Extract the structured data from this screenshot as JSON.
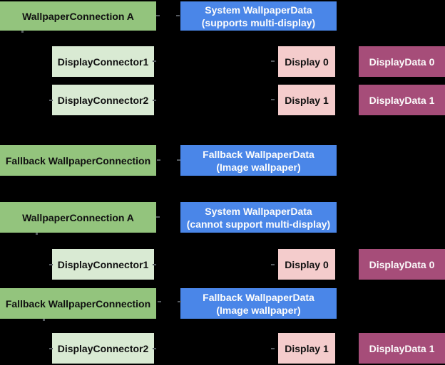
{
  "palette": {
    "green": "#93C47D",
    "light_green": "#D9EAD3",
    "blue": "#4A86E8",
    "pink": "#F4CCCC",
    "magenta": "#A64D79",
    "connector": "#565B60",
    "background": "#000000",
    "text_dark": "#101010",
    "text_light": "#FCFCFC"
  },
  "boxes": {
    "conn_a_1": {
      "label": "WallpaperConnection A"
    },
    "sys_data_multi": {
      "line1": "System WallpaperData",
      "line2": "(supports multi-display)"
    },
    "dc1_top": {
      "label": "DisplayConnector1"
    },
    "display0_top": {
      "label": "Display 0"
    },
    "displaydata0_top": {
      "label": "DisplayData 0"
    },
    "dc2_top": {
      "label": "DisplayConnector2"
    },
    "display1_top": {
      "label": "Display 1"
    },
    "displaydata1_top": {
      "label": "DisplayData 1"
    },
    "fb_conn_1": {
      "label": "Fallback WallpaperConnection"
    },
    "fb_data_1": {
      "line1": "Fallback WallpaperData",
      "line2": "(Image wallpaper)"
    },
    "conn_a_2": {
      "label": "WallpaperConnection A"
    },
    "sys_data_single": {
      "line1": "System WallpaperData",
      "line2": "(cannot support multi-display)"
    },
    "dc1_bottom": {
      "label": "DisplayConnector1"
    },
    "display0_bottom": {
      "label": "Display 0"
    },
    "displaydata0_bottom": {
      "label": "DisplayData 0"
    },
    "fb_conn_2": {
      "label": "Fallback WallpaperConnection"
    },
    "fb_data_2": {
      "line1": "Fallback WallpaperData",
      "line2": "(Image wallpaper)"
    },
    "dc2_bottom": {
      "label": "DisplayConnector2"
    },
    "display1_bottom": {
      "label": "Display 1"
    },
    "displaydata1_bottom": {
      "label": "DisplayData 1"
    }
  }
}
